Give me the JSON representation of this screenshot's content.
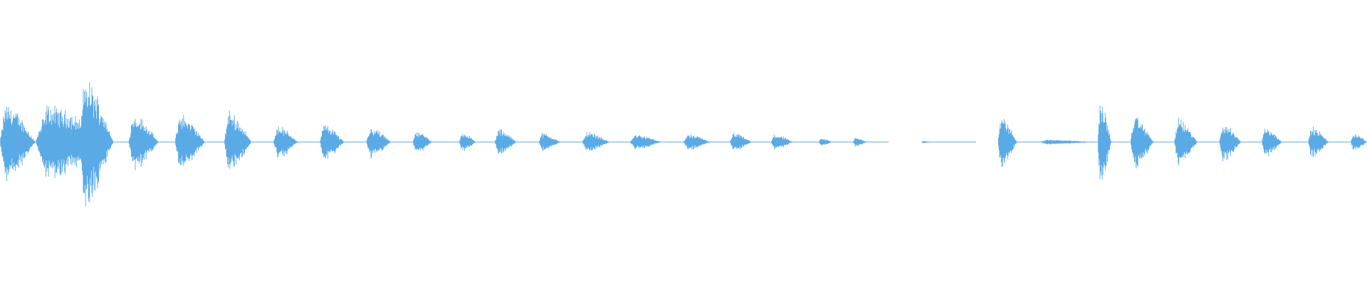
{
  "waveform": {
    "color": "#5aaae6",
    "background": "#ffffff",
    "segments": [
      {
        "start": 0.0,
        "end": 0.026,
        "peak": 0.3,
        "kind": "burst"
      },
      {
        "start": 0.026,
        "end": 0.082,
        "peak": 0.28,
        "kind": "burst"
      },
      {
        "start": 0.058,
        "end": 0.083,
        "peak": 0.5,
        "kind": "burst"
      },
      {
        "start": 0.094,
        "end": 0.116,
        "peak": 0.22,
        "kind": "burst"
      },
      {
        "start": 0.128,
        "end": 0.15,
        "peak": 0.22,
        "kind": "burst"
      },
      {
        "start": 0.164,
        "end": 0.184,
        "peak": 0.24,
        "kind": "burst"
      },
      {
        "start": 0.2,
        "end": 0.218,
        "peak": 0.13,
        "kind": "burst"
      },
      {
        "start": 0.234,
        "end": 0.252,
        "peak": 0.14,
        "kind": "burst"
      },
      {
        "start": 0.268,
        "end": 0.286,
        "peak": 0.12,
        "kind": "burst"
      },
      {
        "start": 0.302,
        "end": 0.316,
        "peak": 0.09,
        "kind": "burst"
      },
      {
        "start": 0.336,
        "end": 0.348,
        "peak": 0.08,
        "kind": "burst"
      },
      {
        "start": 0.362,
        "end": 0.378,
        "peak": 0.1,
        "kind": "burst"
      },
      {
        "start": 0.394,
        "end": 0.41,
        "peak": 0.07,
        "kind": "burst"
      },
      {
        "start": 0.426,
        "end": 0.446,
        "peak": 0.08,
        "kind": "burst"
      },
      {
        "start": 0.461,
        "end": 0.484,
        "peak": 0.06,
        "kind": "burst"
      },
      {
        "start": 0.5,
        "end": 0.52,
        "peak": 0.06,
        "kind": "burst"
      },
      {
        "start": 0.534,
        "end": 0.55,
        "peak": 0.07,
        "kind": "burst"
      },
      {
        "start": 0.564,
        "end": 0.58,
        "peak": 0.06,
        "kind": "burst"
      },
      {
        "start": 0.599,
        "end": 0.609,
        "peak": 0.03,
        "kind": "burst"
      },
      {
        "start": 0.624,
        "end": 0.634,
        "peak": 0.04,
        "kind": "burst"
      },
      {
        "start": 0.674,
        "end": 0.681,
        "peak": 0.01,
        "kind": "burst"
      },
      {
        "start": 0.73,
        "end": 0.744,
        "peak": 0.2,
        "kind": "burst"
      },
      {
        "start": 0.76,
        "end": 0.8,
        "peak": 0.02,
        "kind": "burst"
      },
      {
        "start": 0.803,
        "end": 0.813,
        "peak": 0.34,
        "kind": "burst"
      },
      {
        "start": 0.827,
        "end": 0.844,
        "peak": 0.2,
        "kind": "burst"
      },
      {
        "start": 0.859,
        "end": 0.876,
        "peak": 0.18,
        "kind": "burst"
      },
      {
        "start": 0.892,
        "end": 0.908,
        "peak": 0.15,
        "kind": "burst"
      },
      {
        "start": 0.923,
        "end": 0.938,
        "peak": 0.12,
        "kind": "burst"
      },
      {
        "start": 0.957,
        "end": 0.972,
        "peak": 0.12,
        "kind": "burst"
      },
      {
        "start": 0.988,
        "end": 1.0,
        "peak": 0.07,
        "kind": "burst"
      }
    ],
    "flat_lines": [
      {
        "start": 0.0,
        "end": 0.65
      },
      {
        "start": 0.675,
        "end": 0.714
      },
      {
        "start": 0.733,
        "end": 1.0
      }
    ]
  }
}
